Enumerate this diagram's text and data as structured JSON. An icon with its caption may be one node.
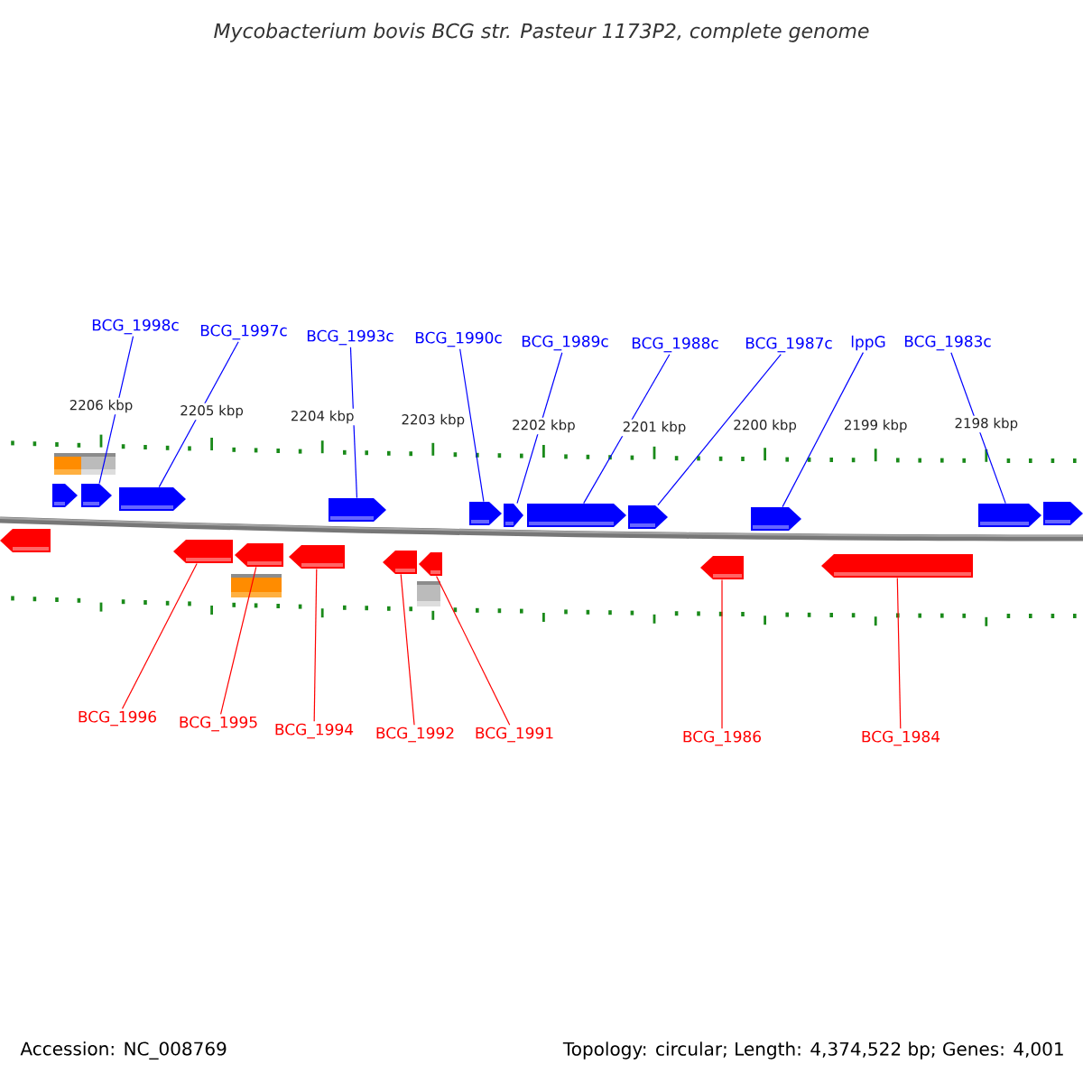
{
  "diagram": {
    "title": "Mycobacterium bovis BCG str. Pasteur 1173P2, complete genome",
    "nodes": [
      {
        "text": [
          "BCG_1998c"
        ]
      },
      {
        "text": [
          "BCG_1997c"
        ]
      },
      {
        "text": [
          "BCG_1993c"
        ]
      },
      {
        "text": [
          "BCG_1990c"
        ]
      },
      {
        "text": [
          "BCG_1989c"
        ]
      },
      {
        "text": [
          "BCG_1988c"
        ]
      },
      {
        "text": [
          "BCG_1987c"
        ]
      },
      {
        "text": [
          "lppG"
        ]
      },
      {
        "text": [
          "BCG_1983c"
        ]
      },
      {
        "text": [],
        "shape": "box"
      },
      {
        "text": [],
        "shape": "box"
      },
      {
        "text": [],
        "shape": "arrow"
      },
      {
        "text": [],
        "shape": "arrow"
      },
      {
        "text": [],
        "shape": "arrow"
      },
      {
        "text": [],
        "shape": "arrow"
      },
      {
        "text": [],
        "shape": "arrow"
      },
      {
        "text": [],
        "shape": "arrow"
      },
      {
        "text": [],
        "shape": "arrow"
      },
      {
        "text": [],
        "shape": "arrow"
      },
      {
        "text": [],
        "shape": "arrow"
      },
      {
        "text": [],
        "shape": "arrow"
      },
      {
        "text": [],
        "shape": "arrow"
      },
      {
        "text": [],
        "shape": "arrow"
      },
      {
        "text": [],
        "shape": "arrow"
      },
      {
        "text": [],
        "shape": "arrow"
      },
      {
        "text": [],
        "shape": "arrow"
      },
      {
        "text": [],
        "shape": "arrow"
      },
      {
        "text": [],
        "shape": "arrow"
      },
      {
        "text": [],
        "shape": "arrow"
      },
      {
        "text": [],
        "shape": "arrow"
      },
      {
        "text": [],
        "shape": "box"
      },
      {
        "text": [],
        "shape": "box"
      },
      {
        "text": [
          "BCG_1996"
        ]
      },
      {
        "text": [
          "BCG_1995"
        ]
      },
      {
        "text": [
          "BCG_1994"
        ]
      },
      {
        "text": [
          "BCG_1992"
        ]
      },
      {
        "text": [
          "BCG_1991"
        ]
      },
      {
        "text": [
          "BCG_1986"
        ]
      },
      {
        "text": [
          "BCG_1984"
        ]
      }
    ],
    "edges": [
      {
        "from": 0,
        "to": 12,
        "arrow": "none"
      },
      {
        "from": 1,
        "to": 13,
        "arrow": "none"
      },
      {
        "from": 2,
        "to": 14,
        "arrow": "none"
      },
      {
        "from": 3,
        "to": 15,
        "arrow": "none"
      },
      {
        "from": 4,
        "to": 16,
        "arrow": "none"
      },
      {
        "from": 5,
        "to": 17,
        "arrow": "none"
      },
      {
        "from": 6,
        "to": 18,
        "arrow": "none"
      },
      {
        "from": 7,
        "to": 19,
        "arrow": "none"
      },
      {
        "from": 8,
        "to": 20,
        "arrow": "none"
      },
      {
        "from": 32,
        "to": 23,
        "arrow": "none",
        "color": "#ff0000"
      },
      {
        "from": 33,
        "to": 24,
        "arrow": "none",
        "color": "#ff0000"
      },
      {
        "from": 34,
        "to": 25,
        "arrow": "none",
        "color": "#ff0000"
      },
      {
        "from": 35,
        "to": 26,
        "arrow": "none",
        "color": "#ff0000"
      },
      {
        "from": 36,
        "to": 27,
        "arrow": "none",
        "color": "#ff0000"
      },
      {
        "from": 37,
        "to": 28,
        "arrow": "none",
        "color": "#ff0000"
      },
      {
        "from": 38,
        "to": 29,
        "arrow": "none",
        "color": "#ff0000"
      }
    ],
    "labels": [
      "2206 kbp",
      "2205 kbp",
      "2204 kbp",
      "2203 kbp",
      "2202 kbp",
      "2201 kbp",
      "2200 kbp",
      "2199 kbp",
      "2198 kbp",
      "Accession: NC_008769",
      "Topology: circular; Length: 4,374,522 bp; Genes: 4,001"
    ]
  }
}
